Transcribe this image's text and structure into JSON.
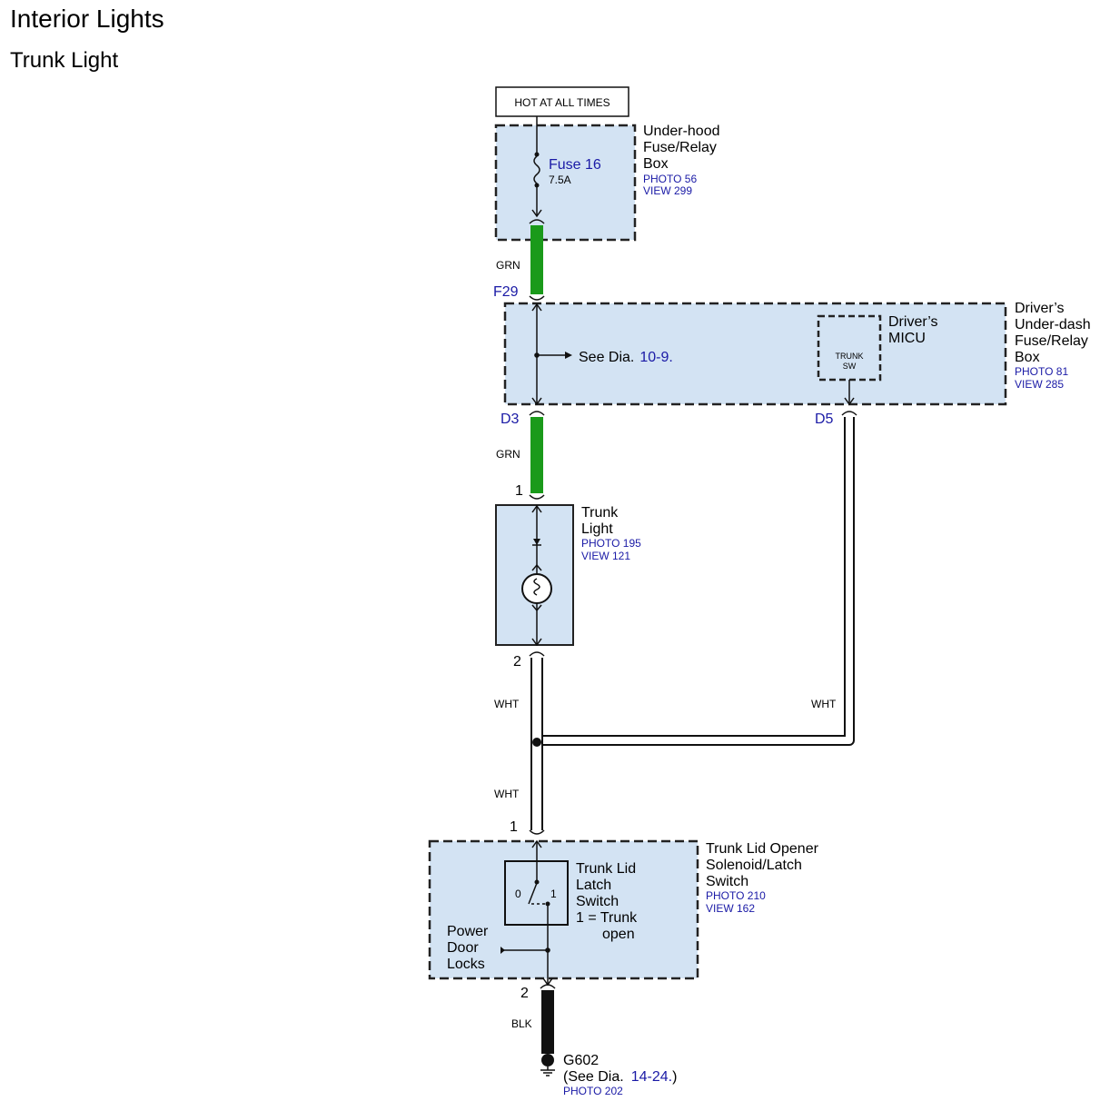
{
  "title": "Interior Lights",
  "subtitle": "Trunk Light",
  "hot_label": "HOT AT ALL TIMES",
  "underhood": {
    "line1": "Under-hood",
    "line2": "Fuse/Relay",
    "line3": "Box",
    "photo": "PHOTO 56",
    "view": "VIEW 299",
    "fuse_name": "Fuse 16",
    "fuse_rating": "7.5A"
  },
  "driver_box": {
    "line1": "Driver’s",
    "line2": "Under-dash",
    "line3": "Fuse/Relay",
    "line4": "Box",
    "photo": "PHOTO 81",
    "view": "VIEW 285",
    "see_prefix": "See  Dia.",
    "see_ref": "10-9.",
    "micu_line1": "Driver’s",
    "micu_line2": "MICU",
    "trunk_sw_line1": "TRUNK",
    "trunk_sw_line2": "SW"
  },
  "pins": {
    "f29": "F29",
    "d3": "D3",
    "d5": "D5",
    "light_1": "1",
    "light_2": "2",
    "latch_1": "1",
    "latch_2": "2"
  },
  "wires": {
    "grn_top": "GRN",
    "grn_mid": "GRN",
    "wht_left": "WHT",
    "wht_right": "WHT",
    "wht_lower": "WHT",
    "blk": "BLK"
  },
  "trunk_light": {
    "line1": "Trunk",
    "line2": "Light",
    "photo": "PHOTO 195",
    "view": "VIEW 121"
  },
  "latch": {
    "title1": "Trunk Lid Opener",
    "title2": "Solenoid/Latch",
    "title3": "Switch",
    "photo": "PHOTO 210",
    "view": "VIEW 162",
    "sw1": "Trunk Lid",
    "sw2": "Latch",
    "sw3": "Switch",
    "sw4": "1 = Trunk",
    "sw5": "open",
    "pos0": "0",
    "pos1": "1",
    "pdl1": "Power",
    "pdl2": "Door",
    "pdl3": "Locks"
  },
  "ground": {
    "name": "G602",
    "see_prefix": "(See Dia.",
    "see_ref": "14-24.",
    "see_suffix": ")",
    "photo": "PHOTO 202"
  },
  "colors": {
    "box_fill": "#d3e3f3",
    "grn_wire": "#1a9a1a",
    "blk_wire": "#111111",
    "ref_blue": "#1a1aa6"
  }
}
